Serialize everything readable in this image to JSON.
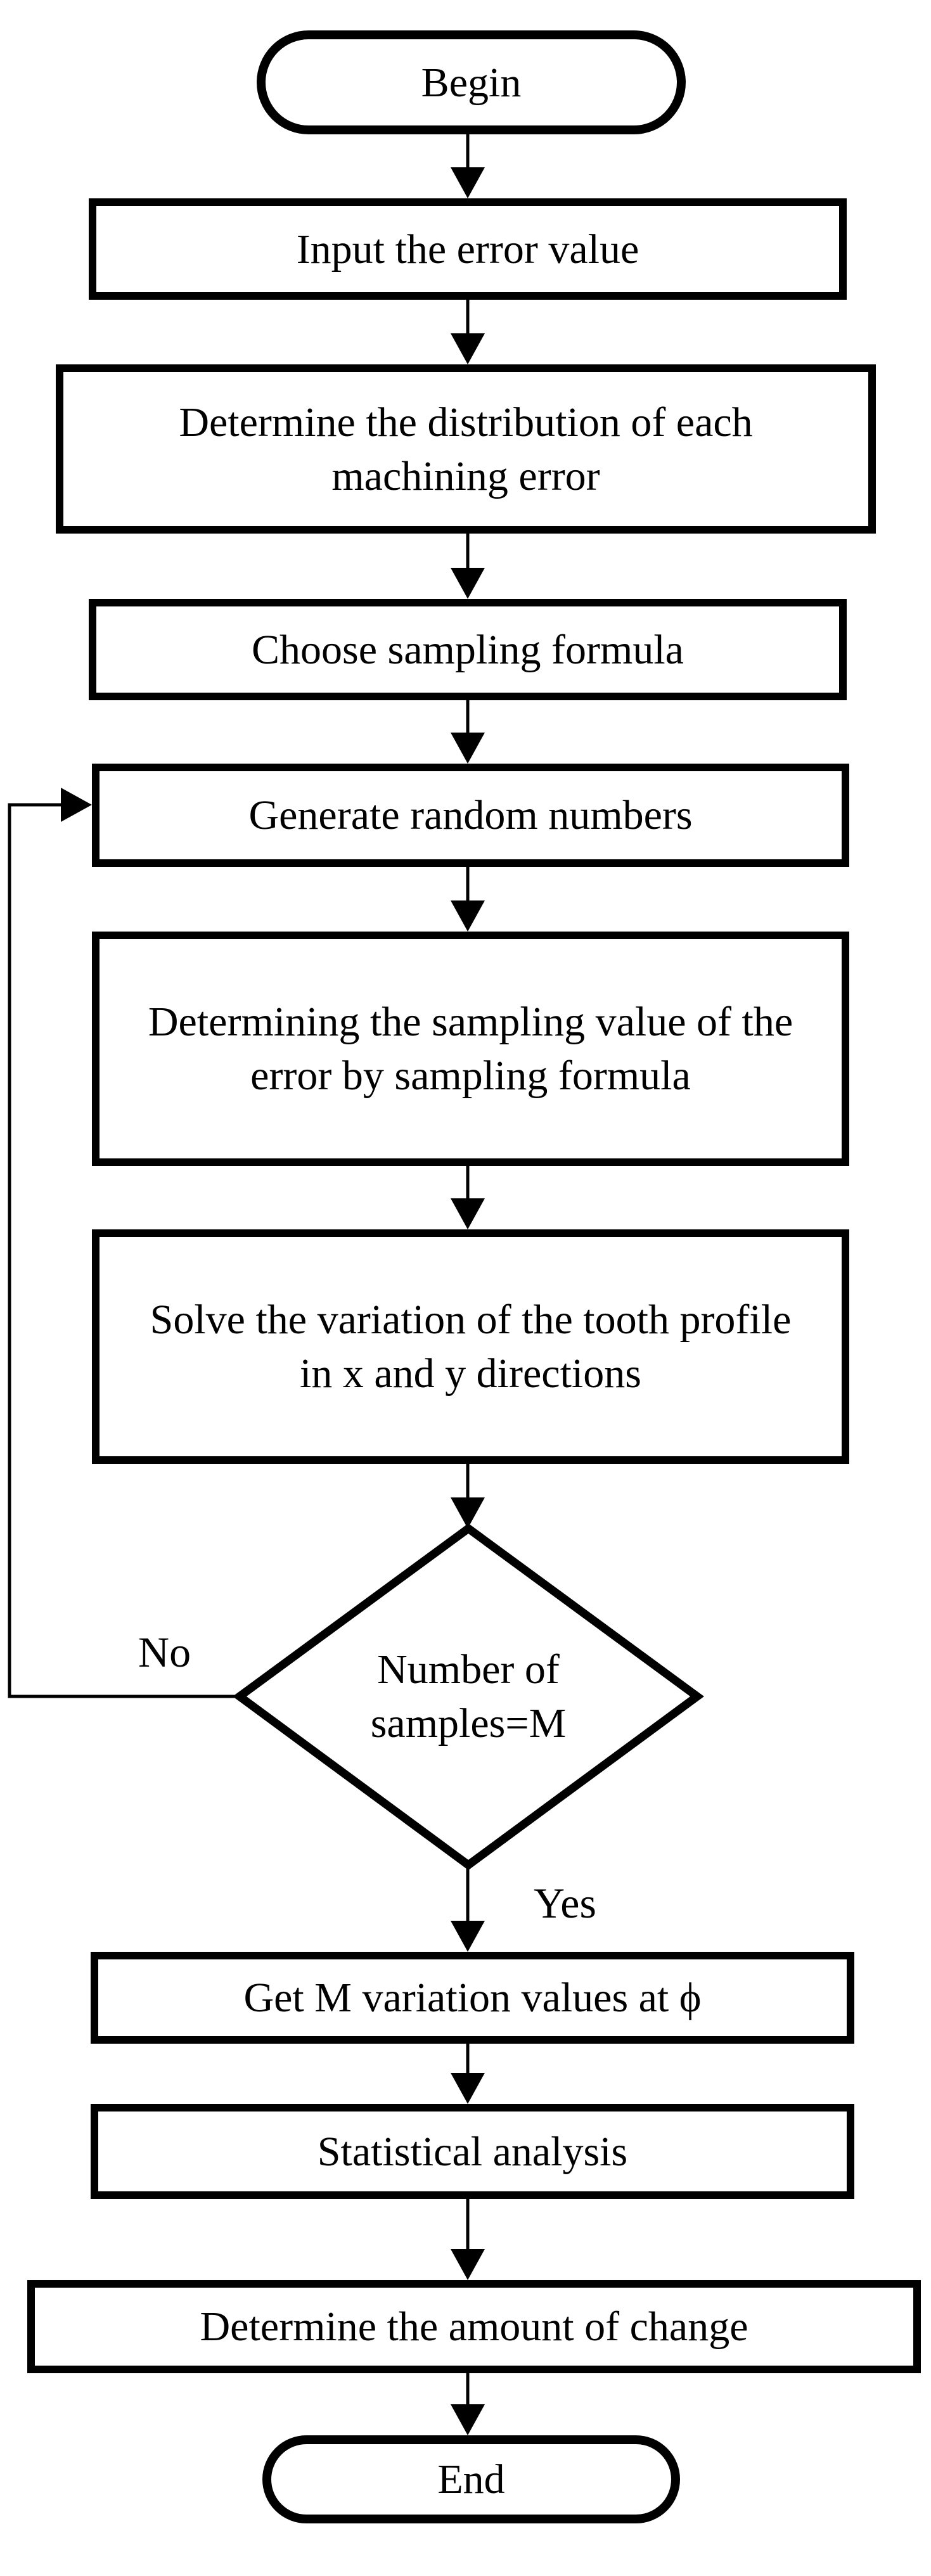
{
  "flowchart": {
    "nodes": {
      "begin": "Begin",
      "input_error": "Input the error value",
      "distribution": "Determine the distribution of each\nmachining error",
      "choose_sampling": "Choose sampling formula",
      "generate_random": "Generate random numbers",
      "sampling_value": "Determining the sampling value of the\nerror by sampling formula",
      "solve_variation": "Solve the variation of the tooth profile\nin x and y directions",
      "decision": "Number of\nsamples=M",
      "get_m_values": "Get M variation values at ϕ",
      "statistical": "Statistical analysis",
      "amount_change": "Determine the amount of change",
      "end": "End"
    },
    "edge_labels": {
      "no": "No",
      "yes": "Yes"
    },
    "edges": [
      {
        "from": "begin",
        "to": "input_error"
      },
      {
        "from": "input_error",
        "to": "distribution"
      },
      {
        "from": "distribution",
        "to": "choose_sampling"
      },
      {
        "from": "choose_sampling",
        "to": "generate_random"
      },
      {
        "from": "generate_random",
        "to": "sampling_value"
      },
      {
        "from": "sampling_value",
        "to": "solve_variation"
      },
      {
        "from": "solve_variation",
        "to": "decision"
      },
      {
        "from": "decision",
        "to": "get_m_values",
        "label_key": "yes"
      },
      {
        "from": "decision",
        "to": "generate_random",
        "label_key": "no"
      },
      {
        "from": "get_m_values",
        "to": "statistical"
      },
      {
        "from": "statistical",
        "to": "amount_change"
      },
      {
        "from": "amount_change",
        "to": "end"
      }
    ],
    "colors": {
      "stroke": "#000000",
      "background": "#ffffff"
    }
  }
}
